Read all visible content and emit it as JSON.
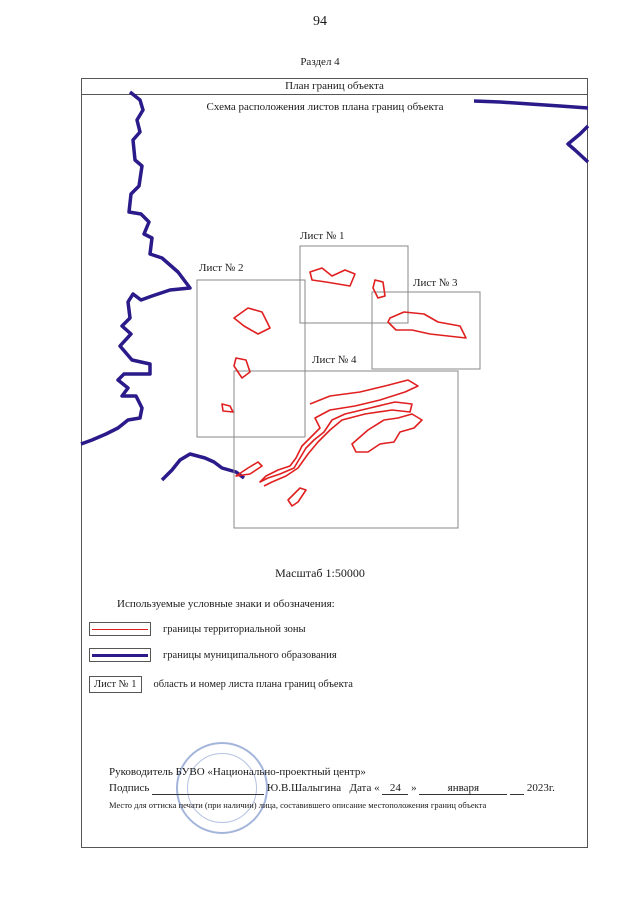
{
  "page_number": "94",
  "section": "Раздел 4",
  "frame_title": "План границ объекта",
  "scheme_title": "Схема расположения листов плана границ объекта",
  "sheets": [
    "Лист № 1",
    "Лист № 2",
    "Лист № 3",
    "Лист № 4"
  ],
  "scale": "Масштаб 1:50000",
  "legend": {
    "title": "Используемые условные знаки и обозначения:",
    "zone_border": "границы территориальной зоны",
    "municipal_border": "границы муниципального образования",
    "sheet_sample": "Лист № 1",
    "sheet_area": "область и номер листа плана границ объекта"
  },
  "colors": {
    "zone": "#e02020",
    "municipal": "#2a1a8a",
    "frame": "#555555"
  },
  "signature": {
    "line1": "Руководитель БУВО «Национально-проектный центр»",
    "label": "Подпись",
    "name": "Ю.В.Шалыгина",
    "date_label": "Дата «",
    "day": "24",
    "date_sep": "»",
    "month": "января",
    "year": "2023г.",
    "note": "Место для оттиска печати (при наличии) лица, составившего описание местоположения границ объекта"
  }
}
